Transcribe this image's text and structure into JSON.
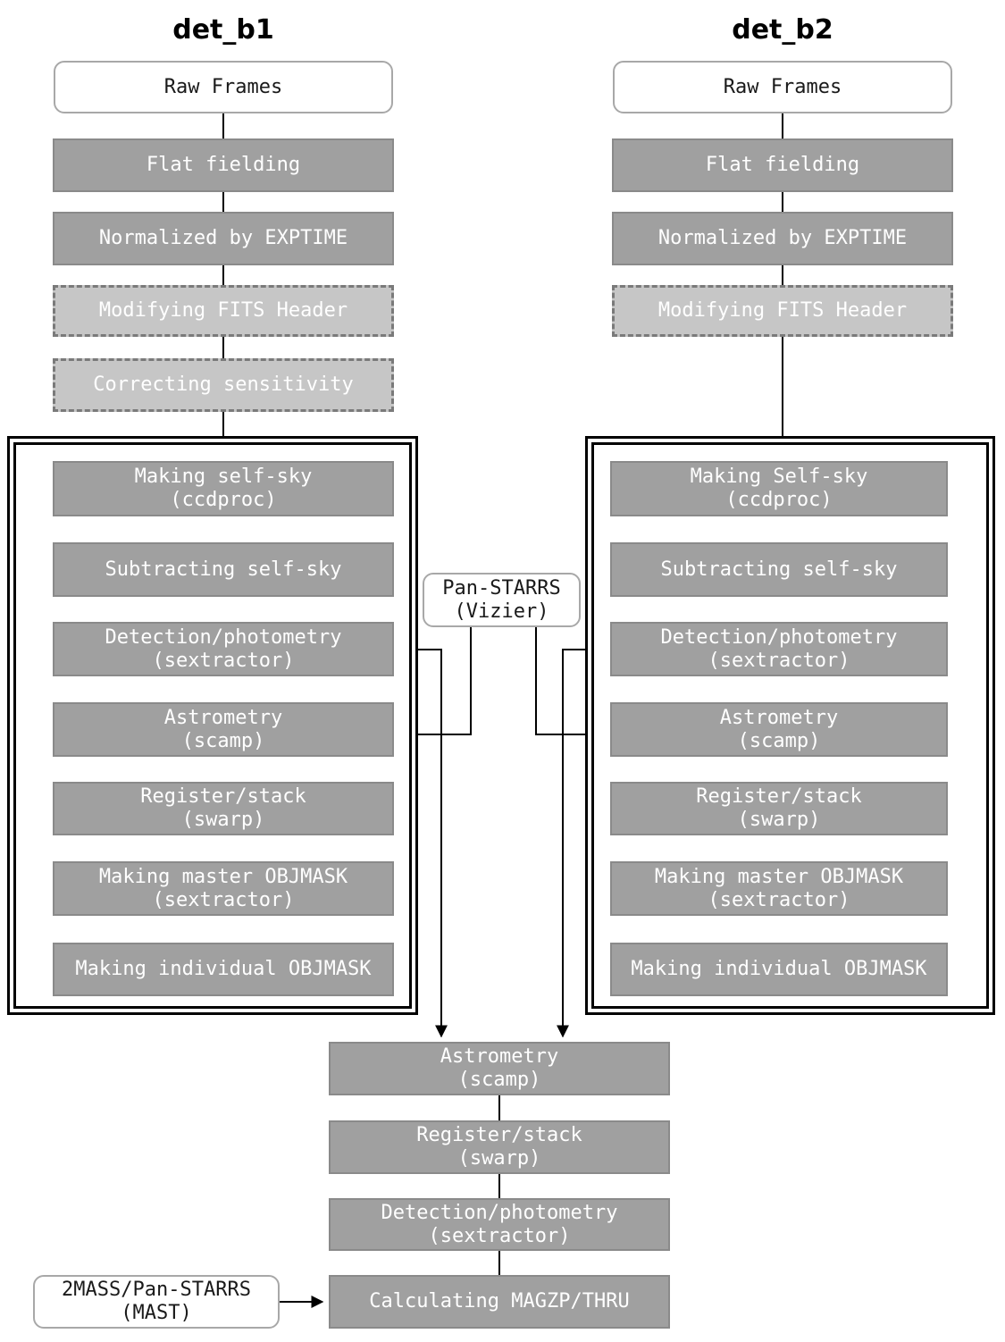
{
  "diagram": {
    "title_left": "det_b1",
    "title_right": "det_b2",
    "colors": {
      "process_fill": "#a0a0a0",
      "optional_fill": "#c6c6c6",
      "terminal_fill": "#ffffff",
      "text_on_process": "#ffffff",
      "line": "#000000"
    }
  },
  "left_column": {
    "title": "det_b1",
    "pre_steps": [
      {
        "label": "Raw Frames",
        "style": "terminal"
      },
      {
        "label": "Flat fielding",
        "style": "process"
      },
      {
        "label": "Normalized by EXPTIME",
        "style": "process"
      },
      {
        "label": "Modifying FITS Header",
        "style": "optional"
      },
      {
        "label": "Correcting sensitivity",
        "style": "optional"
      }
    ],
    "loop_steps": [
      {
        "line1": "Making self-sky",
        "line2": "(ccdproc)"
      },
      {
        "line1": "Subtracting self-sky",
        "line2": ""
      },
      {
        "line1": "Detection/photometry",
        "line2": "(sextractor)"
      },
      {
        "line1": "Astrometry",
        "line2": "(scamp)"
      },
      {
        "line1": "Register/stack",
        "line2": "(swarp)"
      },
      {
        "line1": "Making master OBJMASK",
        "line2": "(sextractor)"
      },
      {
        "line1": "Making individual OBJMASK",
        "line2": ""
      }
    ]
  },
  "right_column": {
    "title": "det_b2",
    "pre_steps": [
      {
        "label": "Raw Frames",
        "style": "terminal"
      },
      {
        "label": "Flat fielding",
        "style": "process"
      },
      {
        "label": "Normalized by EXPTIME",
        "style": "process"
      },
      {
        "label": "Modifying FITS Header",
        "style": "optional"
      }
    ],
    "loop_steps": [
      {
        "line1": "Making Self-sky",
        "line2": "(ccdproc)"
      },
      {
        "line1": "Subtracting self-sky",
        "line2": ""
      },
      {
        "line1": "Detection/photometry",
        "line2": "(sextractor)"
      },
      {
        "line1": "Astrometry",
        "line2": "(scamp)"
      },
      {
        "line1": "Register/stack",
        "line2": "(swarp)"
      },
      {
        "line1": "Making master OBJMASK",
        "line2": "(sextractor)"
      },
      {
        "line1": "Making individual OBJMASK",
        "line2": ""
      }
    ]
  },
  "catalogs": {
    "panstarrs": {
      "line1": "Pan-STARRS",
      "line2": "(Vizier)"
    },
    "mast": {
      "line1": "2MASS/Pan-STARRS",
      "line2": "(MAST)"
    }
  },
  "bottom_steps": [
    {
      "line1": "Astrometry",
      "line2": "(scamp)"
    },
    {
      "line1": "Register/stack",
      "line2": "(swarp)"
    },
    {
      "line1": "Detection/photometry",
      "line2": "(sextractor)"
    },
    {
      "line1": "Calculating MAGZP/THRU",
      "line2": ""
    }
  ]
}
